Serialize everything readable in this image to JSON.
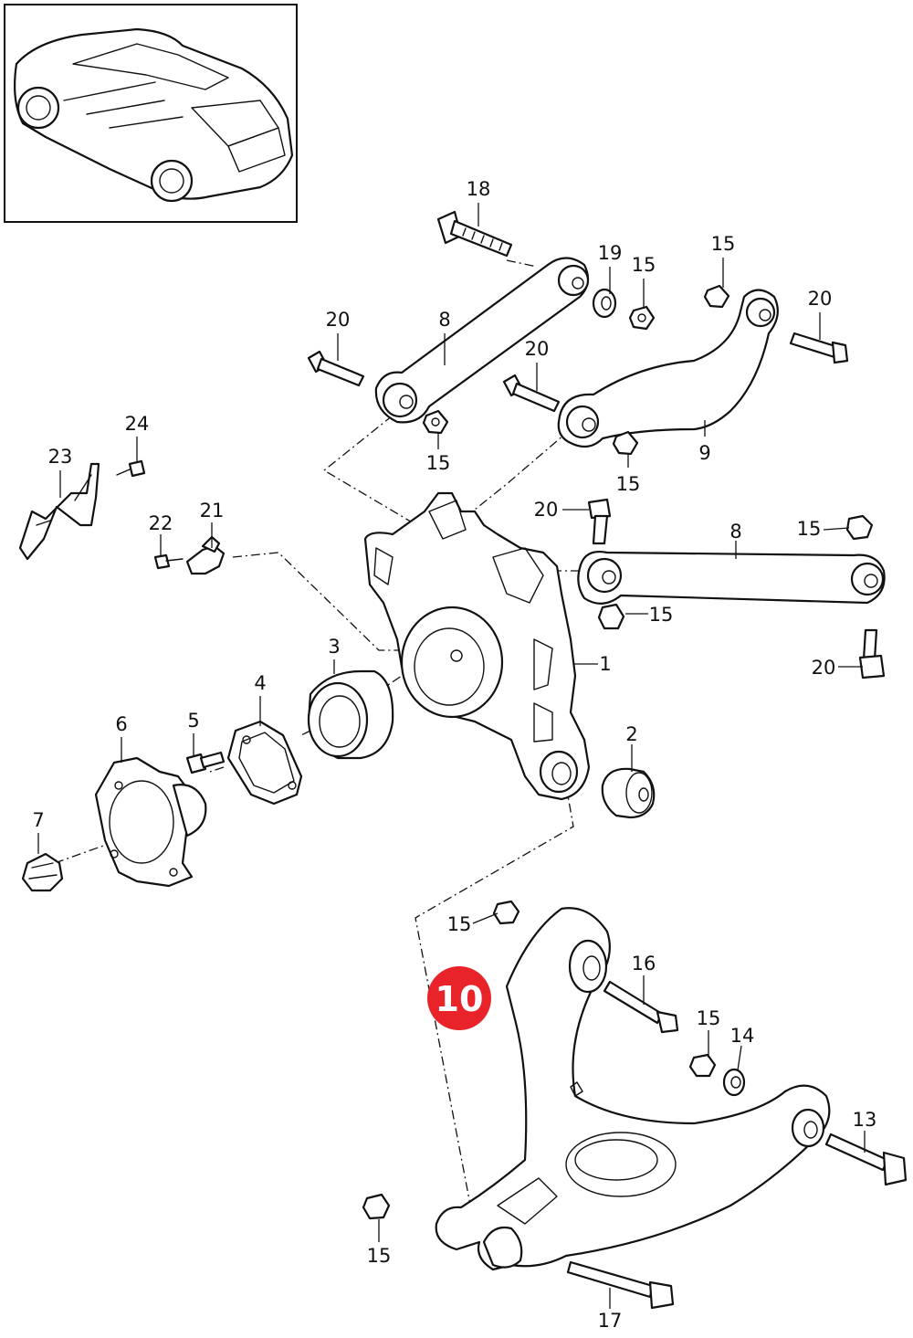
{
  "diagram": {
    "callouts": {
      "c18": "18",
      "c19": "19",
      "c15a": "15",
      "c15b": "15",
      "c20a": "20",
      "c8a": "8",
      "c20b": "20",
      "c20c": "20",
      "c15c": "15",
      "c9": "9",
      "c15d": "15",
      "c24": "24",
      "c23": "23",
      "c21": "21",
      "c22": "22",
      "c20d": "20",
      "c8b": "8",
      "c15e": "15",
      "c15f": "15",
      "c20e": "20",
      "c1": "1",
      "c3": "3",
      "c4": "4",
      "c6": "6",
      "c5": "5",
      "c2": "2",
      "c7": "7",
      "c15g": "15",
      "c16": "16",
      "c15h": "15",
      "c14": "14",
      "c13": "13",
      "c15i": "15",
      "c17": "17"
    },
    "highlight": {
      "label": "10",
      "color": "#e8232a"
    },
    "colors": {
      "line": "#111111",
      "background": "#ffffff"
    }
  }
}
